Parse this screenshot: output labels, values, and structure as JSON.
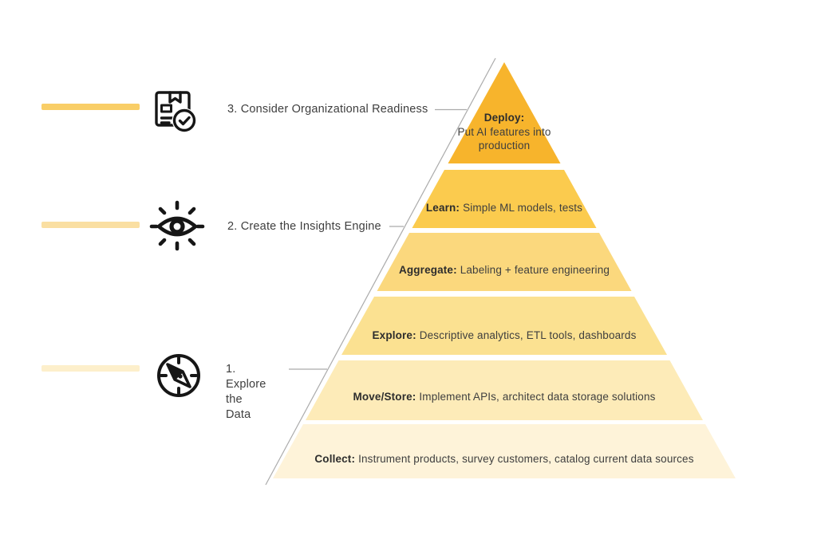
{
  "pyramid": {
    "levels": [
      {
        "name": "deploy",
        "label": "Deploy:",
        "description": "Put AI features into production",
        "color": "#F7B42C"
      },
      {
        "name": "learn",
        "label": "Learn:",
        "description": "Simple ML models, tests",
        "color": "#FBCB4E"
      },
      {
        "name": "aggregate",
        "label": "Aggregate:",
        "description": "Labeling + feature engineering",
        "color": "#FBD87D"
      },
      {
        "name": "explore",
        "label": "Explore:",
        "description": "Descriptive analytics, ETL tools, dashboards",
        "color": "#FBE191"
      },
      {
        "name": "move-store",
        "label": "Move/Store:",
        "description": "Implement APIs, architect data storage solutions",
        "color": "#FDEBB8"
      },
      {
        "name": "collect",
        "label": "Collect:",
        "description": "Instrument products, survey customers, catalog current data sources",
        "color": "#FEF3D9"
      }
    ]
  },
  "annotations": [
    {
      "label": "3. Consider Organizational Readiness",
      "icon": "package-check-icon",
      "bar_color": "#F9CE67"
    },
    {
      "label": "2. Create the Insights Engine",
      "icon": "eye-rays-icon",
      "bar_color": "#FADFA2"
    },
    {
      "label": "1. Explore the Data",
      "icon": "compass-icon",
      "bar_color": "#FDEFCB"
    }
  ],
  "colors": {
    "background": "#FFFFFF",
    "text": "#3E3E3E",
    "bold_text": "#2D2D2D",
    "connector_line": "#ABABAB",
    "icon_stroke": "#161616"
  }
}
